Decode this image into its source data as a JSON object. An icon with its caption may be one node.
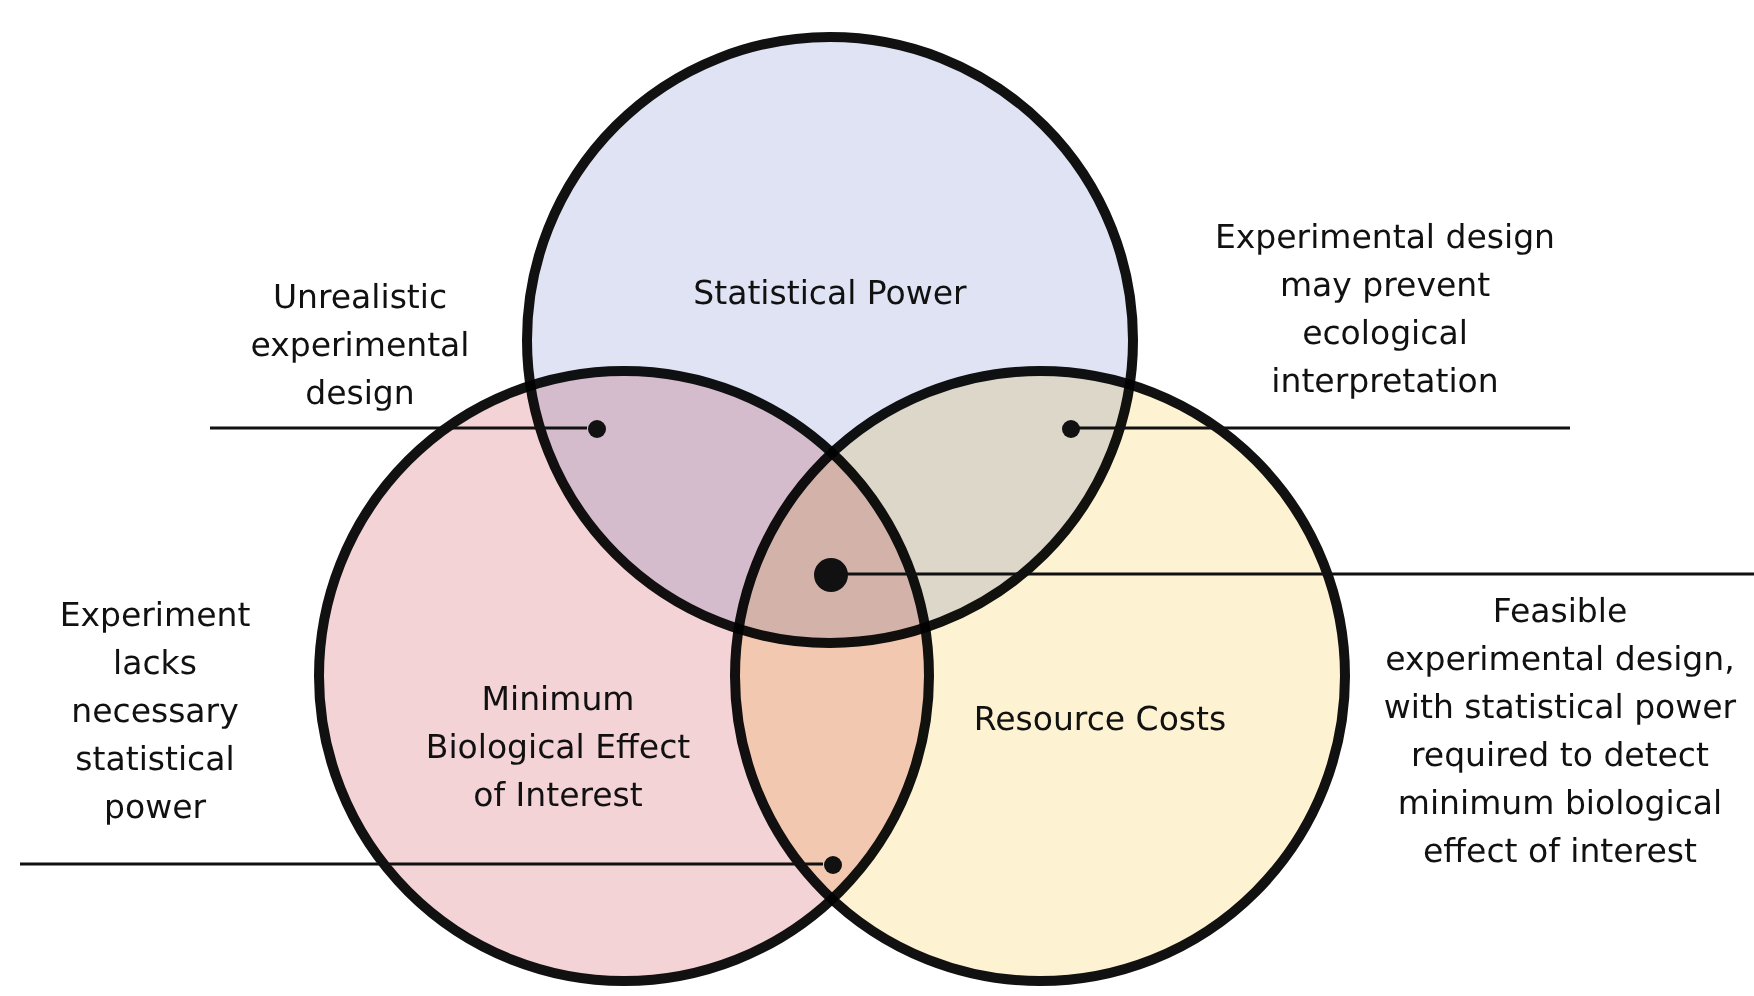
{
  "diagram": {
    "nodes": [
      {
        "text": [
          "Statistical Power"
        ]
      },
      {
        "text": [
          "Minimum Biological Effect of Interest"
        ]
      },
      {
        "text": [
          "Resource Costs"
        ]
      },
      {
        "text": [
          "Unrealistic experimental design"
        ]
      },
      {
        "text": [],
        "shape": "circle"
      },
      {
        "text": [
          "Experimental design may prevent ecological interpretation"
        ]
      },
      {
        "text": [],
        "shape": "circle"
      },
      {
        "text": [
          "Experiment lacks necessary statistical power"
        ]
      },
      {
        "text": [],
        "shape": "circle"
      },
      {
        "text": [
          "Feasible experimental design, with statistical power required to detect minimum biological effect of interest"
        ]
      },
      {
        "text": [],
        "shape": "circle"
      }
    ],
    "edges": [
      {
        "from": 3,
        "to": 4,
        "arrow": "none"
      },
      {
        "from": 6,
        "to": 5,
        "arrow": "none"
      },
      {
        "from": 8,
        "to": 9,
        "arrow": "none"
      },
      {
        "from": 7,
        "to": 10,
        "arrow": "none"
      }
    ]
  }
}
